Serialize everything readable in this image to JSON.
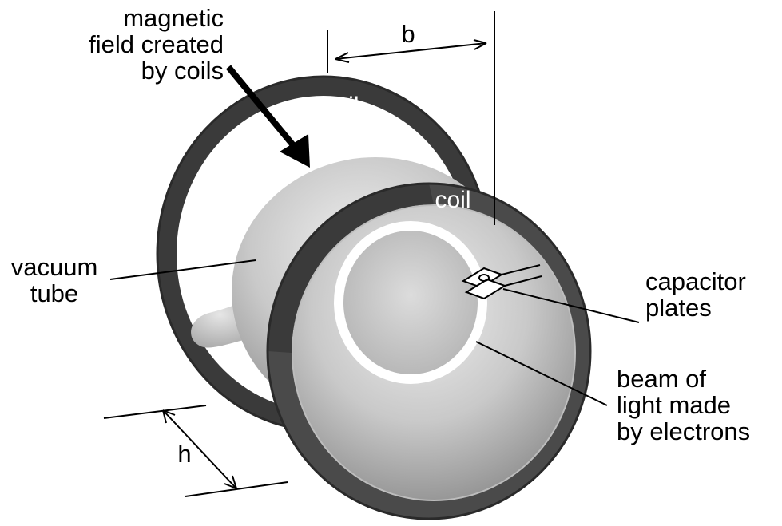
{
  "labels": {
    "magnetic_field": [
      "magnetic",
      "field created",
      "by coils"
    ],
    "dimension_b": "b",
    "coil_back": "coil",
    "coil_front": "coil",
    "vacuum_tube": [
      "vacuum",
      "tube"
    ],
    "capacitor_plates": [
      "capacitor",
      "plates"
    ],
    "beam": [
      "beam of",
      "light made",
      "by electrons"
    ],
    "dimension_h": "h"
  },
  "colors": {
    "coil": "#4a4a4a",
    "coil_edge": "#2e2e2e",
    "coil_top": "#5e5e5e",
    "tube": "#bdbdbd",
    "tube_highlight": "#e8e8e8",
    "beam": "#ffffff",
    "line": "#000000"
  }
}
